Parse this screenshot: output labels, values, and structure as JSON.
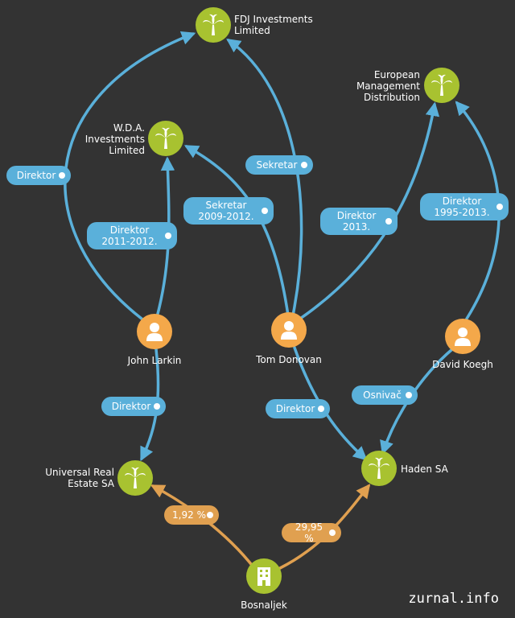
{
  "companies": {
    "fdj": "FDJ Investments\nLimited",
    "wda": "W.D.A.\nInvestments\nLimited",
    "emd": "European\nManagement\nDistribution",
    "ures": "Universal Real\nEstate SA",
    "haden": "Haden SA",
    "bosnaljjek": "Bosnaljek"
  },
  "people": {
    "larkin": "John Larkin",
    "donovan": "Tom Donovan",
    "koegh": "David Koegh"
  },
  "edges": {
    "larkin_fdj": "Direktor",
    "larkin_wda": "Direktor\n2011-2012.",
    "larkin_ures": "Direktor",
    "donovan_fdj": "Sekretar",
    "donovan_wda": "Sekretar\n2009-2012.",
    "donovan_emd": "Direktor\n2013.",
    "donovan_haden": "Direktor",
    "koegh_emd": "Direktor\n1995-2013.",
    "koegh_haden": "Osnivač",
    "bos_ures": "1,92 %",
    "bos_haden": "29,95 %"
  },
  "colors": {
    "background": "#333333",
    "company": "#a8c230",
    "person": "#f4a84a",
    "role_edge": "#5ab0da",
    "ownership_edge": "#e0a050"
  },
  "icons": {
    "company": "palm-tree-icon",
    "person": "person-icon",
    "building": "building-icon"
  },
  "brand": "zurnal.info"
}
